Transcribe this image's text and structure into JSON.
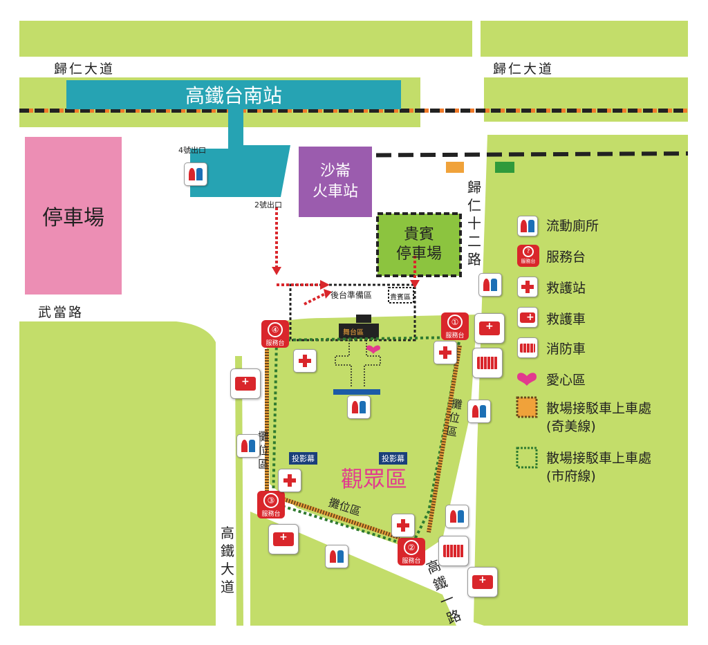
{
  "roads": {
    "guiren_avenue_left": "歸仁大道",
    "guiren_avenue_right": "歸仁大道",
    "wudang_road": "武當路",
    "guiren_12th_road": "歸仁十二路",
    "hsr_avenue": "高鐵大道",
    "hsr_1st_road": "高鐵一路"
  },
  "places": {
    "hsr_station": "高鐵台南站",
    "exit_4": "4號出口",
    "exit_2": "2號出口",
    "parking": "停車場",
    "shalun_station_line1": "沙崙",
    "shalun_station_line2": "火車站",
    "vip_parking_line1": "貴賓",
    "vip_parking_line2": "停車場",
    "backstage_area": "後台準備區",
    "vip_area": "貴賓區",
    "stage": "舞台區",
    "audience_area": "觀眾區",
    "screen_left": "投影幕",
    "screen_right": "投影幕",
    "stalls_left": "攤位區",
    "stalls_bottom": "攤位區",
    "stalls_right": "攤位區"
  },
  "service_desks": [
    {
      "num": "①",
      "label": "服務台"
    },
    {
      "num": "②",
      "label": "服務台"
    },
    {
      "num": "③",
      "label": "服務台"
    },
    {
      "num": "④",
      "label": "服務台"
    }
  ],
  "legend": {
    "toilet": "流動廁所",
    "service_desk": "服務台",
    "service_desk_icon_text": "服務台",
    "first_aid": "救護站",
    "ambulance": "救護車",
    "fire_truck": "消防車",
    "love_zone": "愛心區",
    "shuttle_chimei_line1": "散場接駁車上車處",
    "shuttle_chimei_line2": "(奇美線)",
    "shuttle_city_line1": "散場接駁車上車處",
    "shuttle_city_line2": "(市府線)"
  },
  "colors": {
    "grass": "#c3dd6a",
    "station": "#26a3b3",
    "parking": "#ec8eb4",
    "shalun": "#9b5cae",
    "vip_parking": "#8cc43f",
    "service_red": "#d9262b",
    "chimei_orange": "#f0a23a",
    "city_green": "#2f9a3b",
    "audience_pink": "#e23a8e"
  }
}
